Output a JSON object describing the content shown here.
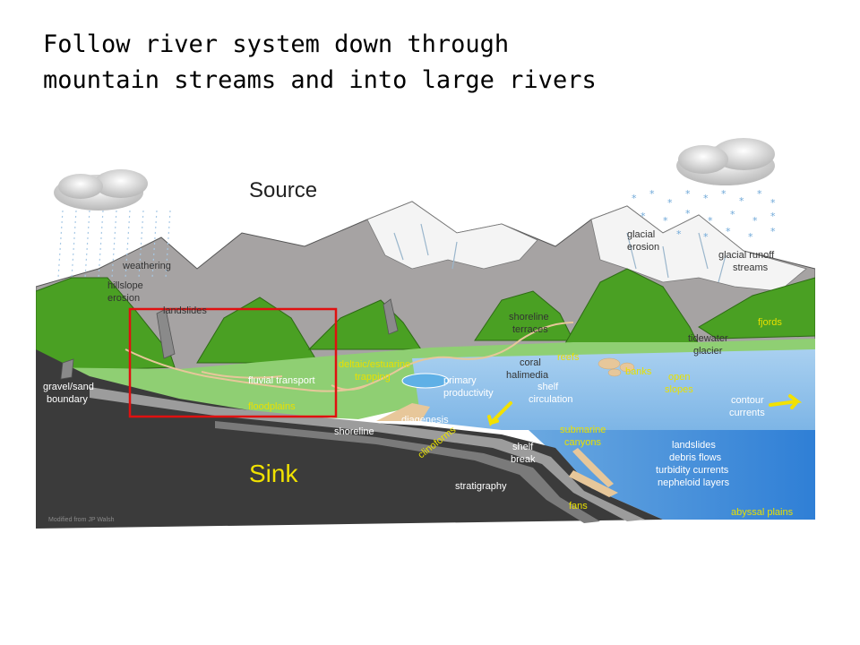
{
  "slide": {
    "title_line1": "Follow river system down through",
    "title_line2": "mountain streams and into large rivers"
  },
  "diagram": {
    "source_label": "Source",
    "sink_label": "Sink",
    "credit": "Modified from JP Walsh",
    "labels": {
      "weathering": "weathering",
      "hillslope1": "hillslope",
      "hillslope2": "erosion",
      "landslides_top": "landslides",
      "gravel1": "gravel/sand",
      "gravel2": "boundary",
      "fluvial": "fluvial transport",
      "floodplains": "floodplains",
      "deltaic1": "deltaic/estuarine",
      "deltaic2": "trapping",
      "primary1": "primary",
      "primary2": "productivity",
      "coral1": "coral",
      "coral2": "halimedia",
      "reefs": "reefs",
      "shelfcirc1": "shelf",
      "shelfcirc2": "circulation",
      "banks": "banks",
      "open1": "open",
      "open2": "slopes",
      "contour1": "contour",
      "contour2": "currents",
      "shoreterr1": "shoreline",
      "shoreterr2": "terraces",
      "glacial1": "glacial",
      "glacial2": "erosion",
      "runoff1": "glacial runoff",
      "runoff2": "streams",
      "fjords": "fjords",
      "tidewater1": "tidewater",
      "tidewater2": "glacier",
      "diagenesis": "diagenesis",
      "shoreline": "shoreline",
      "clinoforms": "clinoforms",
      "shelfbreak1": "shelf",
      "shelfbreak2": "break",
      "canyons1": "submarine",
      "canyons2": "canyons",
      "deep1": "landslides",
      "deep2": "debris flows",
      "deep3": "turbidity currents",
      "deep4": "nepheloid layers",
      "stratigraphy": "stratigraphy",
      "fans": "fans",
      "abyssal": "abyssal plains"
    },
    "colors": {
      "highlight": "#e01010",
      "mountain_gray": "#a6a3a3",
      "vegetation": "#4aa023",
      "ocean": "#8fc3ec",
      "deep_ocean": "#3a86d8",
      "bedrock": "#3b3b3b",
      "sediment": "#e7c79a",
      "yellow_label": "#e8e000"
    }
  }
}
